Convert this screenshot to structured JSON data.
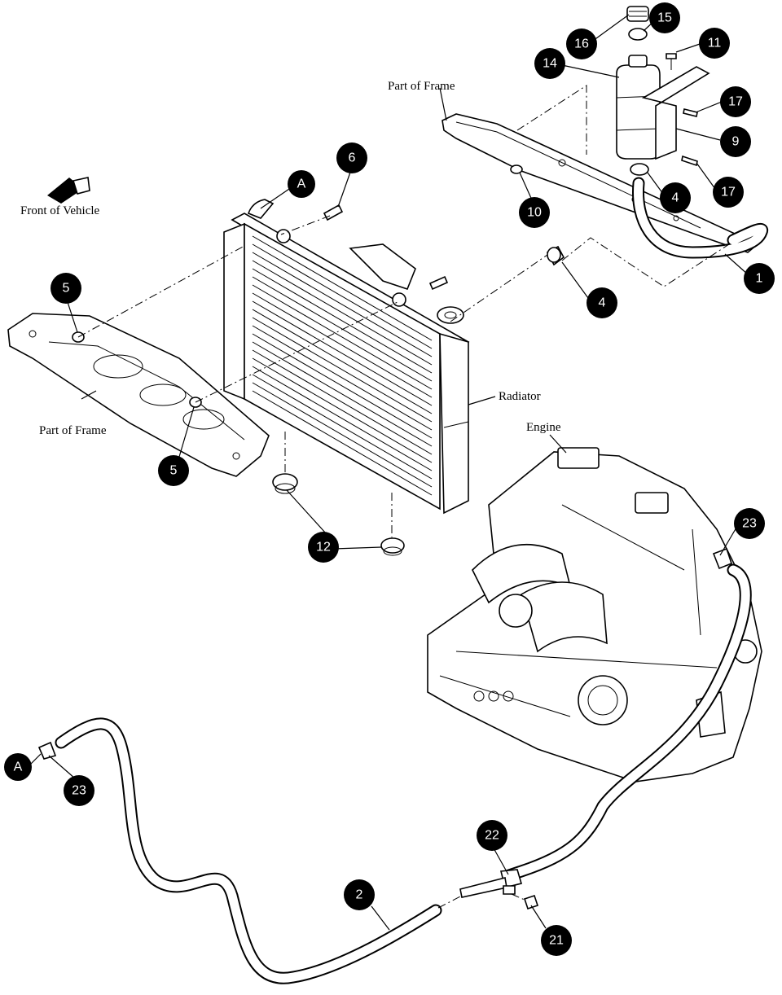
{
  "labels": {
    "front_of_vehicle": "Front of Vehicle",
    "part_of_frame_top": "Part of Frame",
    "part_of_frame_left": "Part of Frame",
    "radiator": "Radiator",
    "engine": "Engine"
  },
  "callouts": {
    "c16": "16",
    "c15": "15",
    "c11": "11",
    "c14": "14",
    "c17a": "17",
    "c9": "9",
    "c17b": "17",
    "c4a": "4",
    "c10": "10",
    "c6": "6",
    "cA_top": "A",
    "c1": "1",
    "c4b": "4",
    "c5a": "5",
    "c5b": "5",
    "c12": "12",
    "c23a": "23",
    "cA_bottom": "A",
    "c23b": "23",
    "c22": "22",
    "c2": "2",
    "c21": "21"
  }
}
